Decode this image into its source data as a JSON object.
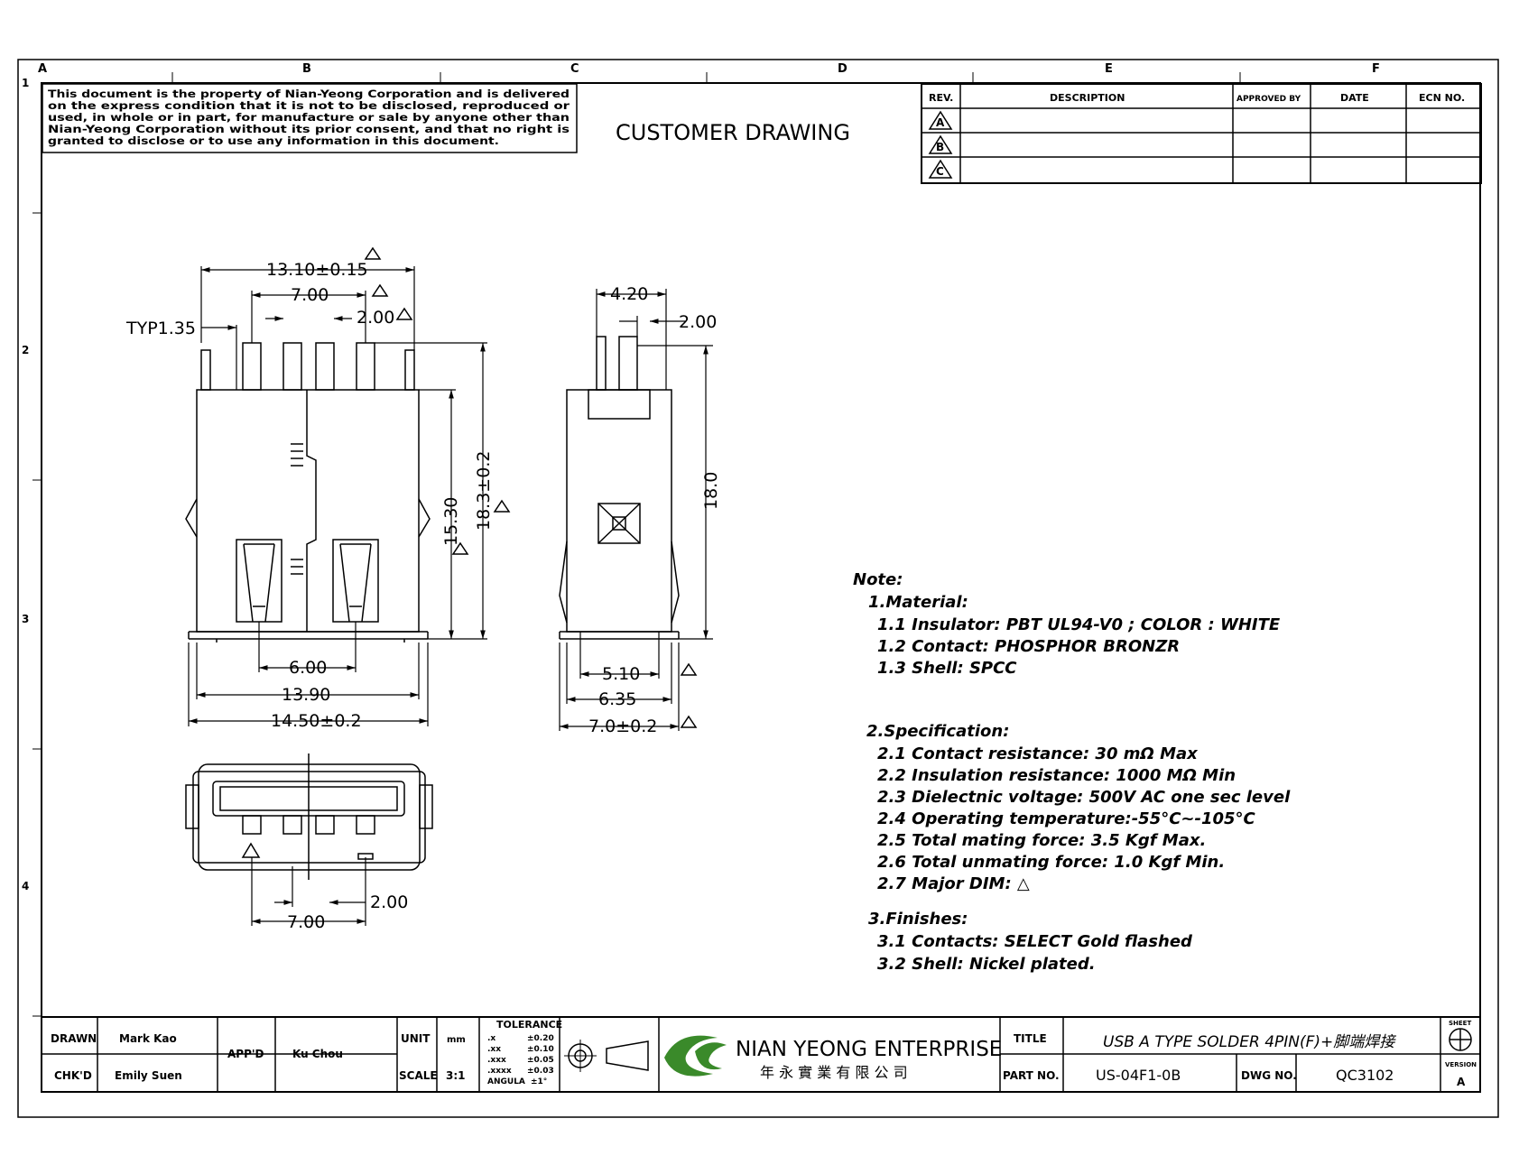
{
  "border": {
    "col_letters": [
      "A",
      "B",
      "C",
      "D",
      "E",
      "F"
    ],
    "row_numbers": [
      "1",
      "2",
      "3",
      "4"
    ]
  },
  "notice_text": [
    "This document is the property of Nian-Yeong Corporation and is delivered",
    "on  the  express condition that it is not to be disclosed, reproduced or",
    "used, in whole or in part, for manufacture or sale by anyone other than",
    "Nian-Yeong Corporation without  its prior consent, and that  no right  is",
    "granted to disclose or to use any information in this  document."
  ],
  "drawing_title": "CUSTOMER  DRAWING",
  "revision_table": {
    "headers": [
      "REV.",
      "DESCRIPTION",
      "APPROVED BY",
      "DATE",
      "ECN NO."
    ],
    "rows": [
      {
        "rev": "A",
        "description": "",
        "approved": "",
        "date": "",
        "ecn": ""
      },
      {
        "rev": "B",
        "description": "",
        "approved": "",
        "date": "",
        "ecn": ""
      },
      {
        "rev": "C",
        "description": "",
        "approved": "",
        "date": "",
        "ecn": ""
      }
    ]
  },
  "dimensions": {
    "front": {
      "width_top": "13.10±0.15",
      "pitch_outer": "7.00",
      "pin_width": "2.00",
      "typ": "TYP1.35",
      "body_height": "15.30",
      "total_height": "18.3±0.2",
      "inner": "6.00",
      "width_mid": "13.90",
      "width_bottom": "14.50±0.2"
    },
    "side": {
      "top": "4.20",
      "pin": "2.00",
      "height": "18.0",
      "d1": "5.10",
      "d2": "6.35",
      "d3": "7.0±0.2"
    },
    "bottom": {
      "pitch": "7.00",
      "pin": "2.00"
    }
  },
  "notes": {
    "heading": "Note:",
    "sections": [
      {
        "title": "1.Material:",
        "items": [
          "1.1  Insulator: PBT  UL94-V0  ;  COLOR  :  WHITE",
          "1.2  Contact:  PHOSPHOR  BRONZR",
          "1.3  Shell:  SPCC"
        ]
      },
      {
        "title": "2.Specification:",
        "items": [
          "2.1  Contact  resistance:  30  mΩ  Max",
          "2.2  Insulation  resistance:  1000  MΩ  Min",
          "2.3  Dielectnic  voltage:  500V  AC  one  sec  level",
          "2.4  Operating  temperature:-55°C~-105°C",
          "2.5  Total  mating  force:  3.5  Kgf  Max.",
          "2.6  Total  unmating  force:  1.0  Kgf  Min.",
          "2.7  Major  DIM:  △"
        ]
      },
      {
        "title": "3.Finishes:",
        "items": [
          "3.1  Contacts:  SELECT  Gold  flashed",
          "3.2  Shell:  Nickel  plated."
        ]
      }
    ]
  },
  "title_block": {
    "drawn_label": "DRAWN",
    "drawn_name": "Mark Kao",
    "chkd_label": "CHK'D",
    "chkd_name": "Emily Suen",
    "appd_label": "APP'D",
    "appd_name": "Ku Chou",
    "unit_label": "UNIT",
    "unit_value": "mm",
    "scale_label": "SCALE",
    "scale_value": "3:1",
    "tolerance": {
      "heading": "TOLERANCE",
      "rows": [
        {
          "fmt": ".x",
          "val": "±0.20"
        },
        {
          "fmt": ".xx",
          "val": "±0.10"
        },
        {
          "fmt": ".xxx",
          "val": "±0.05"
        },
        {
          "fmt": ".xxxx",
          "val": "±0.03"
        },
        {
          "fmt": "ANGULA",
          "val": "±1°"
        }
      ]
    },
    "company_name": "NIAN YEONG ENTERPRISE",
    "company_chinese": "年 永 實 業 有 限 公 司",
    "title_label": "TITLE",
    "title_value": "USB A TYPE SOLDER 4PIN(F)+脚端焊接",
    "part_label": "PART NO.",
    "part_value": "US-04F1-0B",
    "dwg_label": "DWG NO.",
    "dwg_value": "QC3102",
    "sheet_label": "SHEET",
    "version_label": "VERSION",
    "version_value": "A"
  },
  "colors": {
    "logo_green": "#3a8a2a",
    "line": "#000000"
  }
}
